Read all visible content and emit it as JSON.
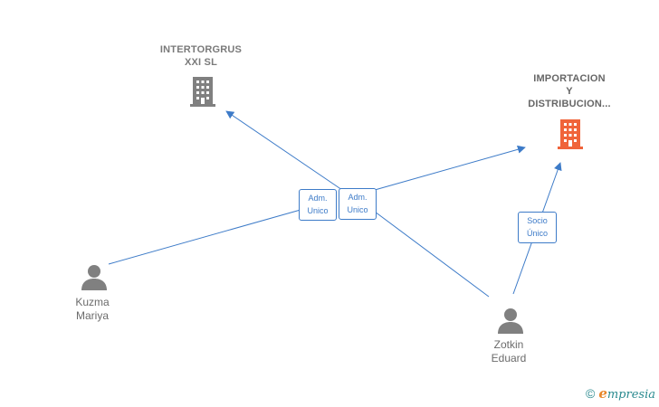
{
  "nodes": {
    "intertorgrus": {
      "line1": "INTERTORGRUS",
      "line2": "XXI SL",
      "icon": "building-icon",
      "color": "#808080"
    },
    "importacion": {
      "line1": "IMPORTACION",
      "line2": "Y",
      "line3": "DISTRIBUCION...",
      "icon": "building-icon",
      "color": "#f0643a"
    },
    "kuzma": {
      "line1": "Kuzma",
      "line2": "Mariya",
      "icon": "person-icon",
      "color": "#808080"
    },
    "zotkin": {
      "line1": "Zotkin",
      "line2": "Eduard",
      "icon": "person-icon",
      "color": "#808080"
    }
  },
  "edges": {
    "adm1": {
      "line1": "Adm.",
      "line2": "Unico"
    },
    "adm2": {
      "line1": "Adm.",
      "line2": "Unico"
    },
    "socio": {
      "line1": "Socio",
      "line2": "Único"
    }
  },
  "colors": {
    "edge": "#3d7bc8"
  },
  "footer": {
    "copyright": "©",
    "brand_initial": "e",
    "brand_rest": "mpresia"
  }
}
